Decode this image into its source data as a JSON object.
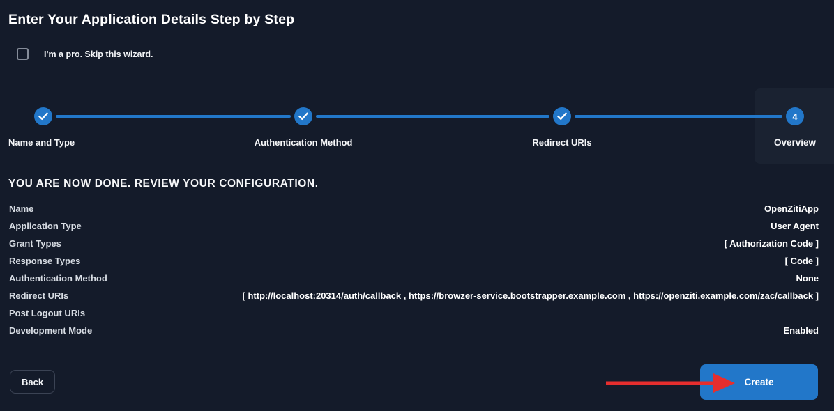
{
  "page": {
    "title": "Enter Your Application Details Step by Step"
  },
  "skip": {
    "label": "I'm a pro. Skip this wizard.",
    "checked": false
  },
  "stepper": {
    "steps": [
      {
        "label": "Name and Type",
        "state": "complete",
        "icon": "check-icon"
      },
      {
        "label": "Authentication Method",
        "state": "complete",
        "icon": "check-icon"
      },
      {
        "label": "Redirect URIs",
        "state": "complete",
        "icon": "check-icon"
      },
      {
        "label": "Overview",
        "state": "active",
        "number": "4"
      }
    ]
  },
  "review": {
    "heading": "YOU ARE NOW DONE. REVIEW YOUR CONFIGURATION.",
    "rows": [
      {
        "label": "Name",
        "value": "OpenZitiApp"
      },
      {
        "label": "Application Type",
        "value": "User Agent"
      },
      {
        "label": "Grant Types",
        "value": "[ Authorization Code ]"
      },
      {
        "label": "Response Types",
        "value": "[ Code ]"
      },
      {
        "label": "Authentication Method",
        "value": "None"
      },
      {
        "label": "Redirect URIs",
        "value": "[ http://localhost:20314/auth/callback , https://browzer-service.bootstrapper.example.com , https://openziti.example.com/zac/callback ]"
      },
      {
        "label": "Post Logout URIs",
        "value": ""
      },
      {
        "label": "Development Mode",
        "value": "Enabled"
      }
    ]
  },
  "footer": {
    "back_label": "Back",
    "create_label": "Create"
  },
  "colors": {
    "background": "#141b2a",
    "accent_blue": "#2277c9",
    "active_panel": "#1a2231",
    "arrow_red": "#e62e2e"
  }
}
